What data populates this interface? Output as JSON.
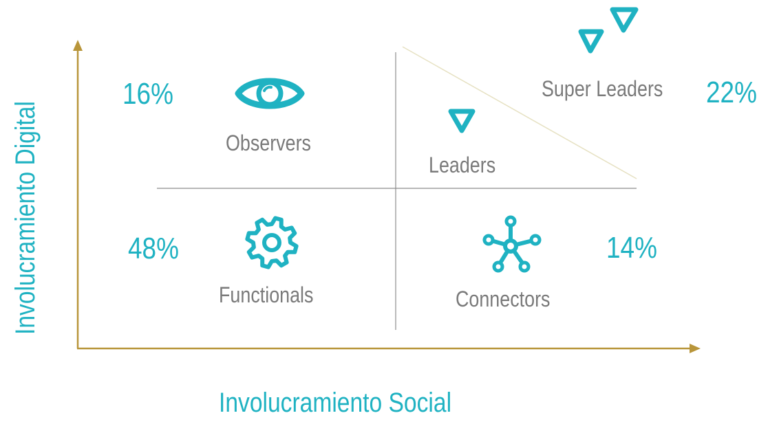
{
  "axes": {
    "y_label": "Involucramiento Digital",
    "x_label": "Involucramiento Social"
  },
  "quadrants": {
    "observers": {
      "label": "Observers",
      "percent": "16%",
      "icon": "eye-icon"
    },
    "functionals": {
      "label": "Functionals",
      "percent": "48%",
      "icon": "gear-icon"
    },
    "connectors": {
      "label": "Connectors",
      "percent": "14%",
      "icon": "network-hub-icon"
    },
    "leaders": {
      "label": "Leaders",
      "icon": "triangle-down-icon"
    },
    "super_leaders": {
      "label": "Super Leaders",
      "percent": "22%",
      "icon": "double-triangle-icon"
    }
  },
  "colors": {
    "accent": "#1fb2c2",
    "axis": "#b8953a",
    "label": "#7a7a7a",
    "divider": "#8c8c8c",
    "diagonal": "#e8e4c8"
  }
}
